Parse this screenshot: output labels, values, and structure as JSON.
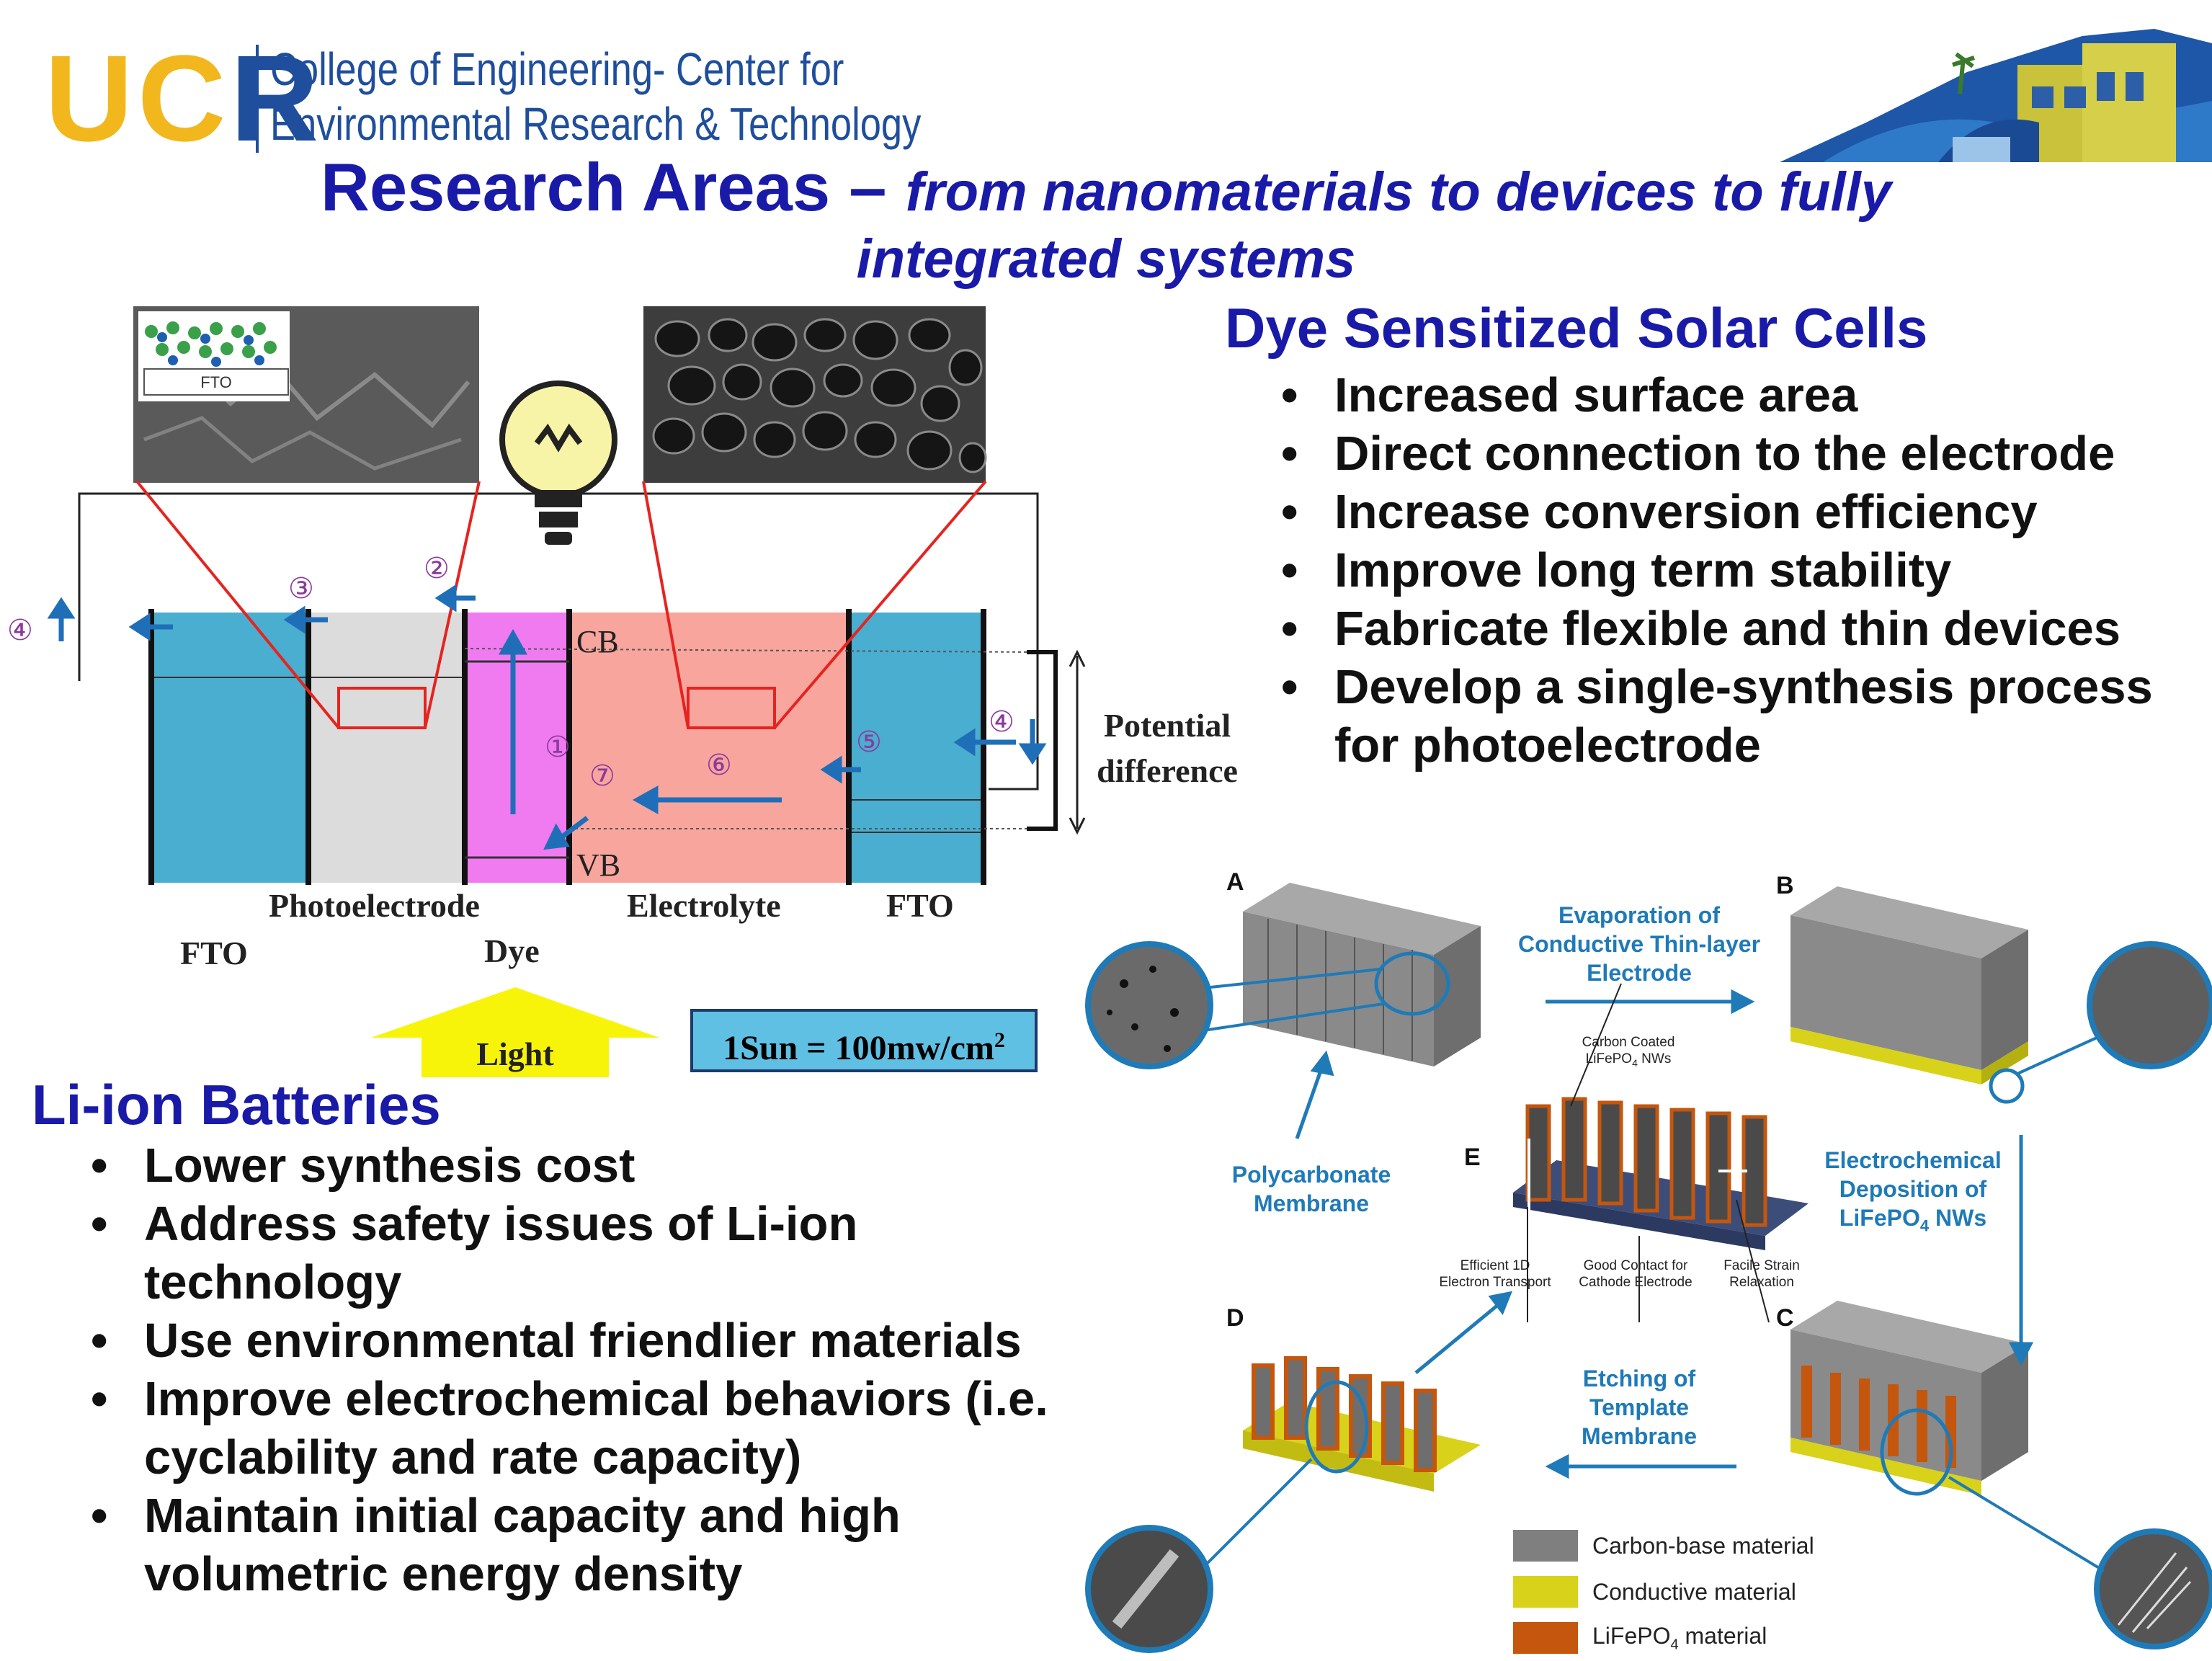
{
  "header": {
    "logo_letters": [
      "U",
      "C",
      "R"
    ],
    "college_line1": "College of Engineering- Center for",
    "college_line2": "Environmental Research & Technology"
  },
  "title": {
    "main": "Research Areas –",
    "sub_line1": "from nanomaterials to devices to fully",
    "sub_line2": "integrated systems"
  },
  "dssc": {
    "heading": "Dye Sensitized Solar Cells",
    "bullets": [
      "Increased surface area",
      "Direct connection to the electrode",
      "Increase conversion efficiency",
      "Improve long term stability",
      "Fabricate flexible and thin devices",
      "Develop a single-synthesis process for photoelectrode"
    ]
  },
  "liion": {
    "heading": "Li-ion Batteries",
    "bullets": [
      "Lower synthesis cost",
      "Address safety issues of Li-ion technology",
      "Use environmental friendlier materials",
      "Improve electrochemical behaviors (i.e. cyclability and rate capacity)",
      "Maintain initial capacity and high volumetric energy density"
    ]
  },
  "cell_diagram": {
    "inset_label": "FTO",
    "cb": "CB",
    "vb": "VB",
    "potential_line1": "Potential",
    "potential_line2": "difference",
    "photoelectrode": "Photoelectrode",
    "electrolyte": "Electrolyte",
    "fto_right": "FTO",
    "fto_left": "FTO",
    "dye": "Dye",
    "light": "Light",
    "sun_text": "1Sun = 100mw/cm",
    "sun_sup": "2",
    "steps": [
      "①",
      "②",
      "③",
      "④",
      "⑤",
      "⑥",
      "⑦",
      "④"
    ],
    "colors": {
      "fto": "#4aaed0",
      "photoelectrode": "#dcdcdc",
      "dye": "#f07af0",
      "electrolyte": "#f8a59e",
      "arrow": "#1f6fb8",
      "line": "#e5241f"
    }
  },
  "fab_diagram": {
    "panel_letters": [
      "A",
      "B",
      "C",
      "D",
      "E"
    ],
    "step_ab": [
      "Evaporation of",
      "Conductive Thin-layer",
      "Electrode"
    ],
    "step_bc": [
      "Electrochemical",
      "Deposition of",
      "LiFePO",
      "4",
      " NWs"
    ],
    "step_cd": [
      "Etching of",
      "Template",
      "Membrane"
    ],
    "membrane": [
      "Polycarbonate",
      "Membrane"
    ],
    "e_top": [
      "Carbon Coated",
      "LiFePO",
      "4",
      " NWs"
    ],
    "e_labels": [
      [
        "Efficient 1D",
        "Electron Transport"
      ],
      [
        "Good Contact for",
        "Cathode Electrode"
      ],
      [
        "Facile Strain",
        "Relaxation"
      ]
    ],
    "legend": [
      {
        "label": "Carbon-base material",
        "color": "#7f7f7f"
      },
      {
        "label": "Conductive material",
        "color": "#d8d21a"
      },
      {
        "label": "LiFePO",
        "sub": "4",
        "label_end": " material",
        "color": "#c4560d"
      }
    ]
  }
}
